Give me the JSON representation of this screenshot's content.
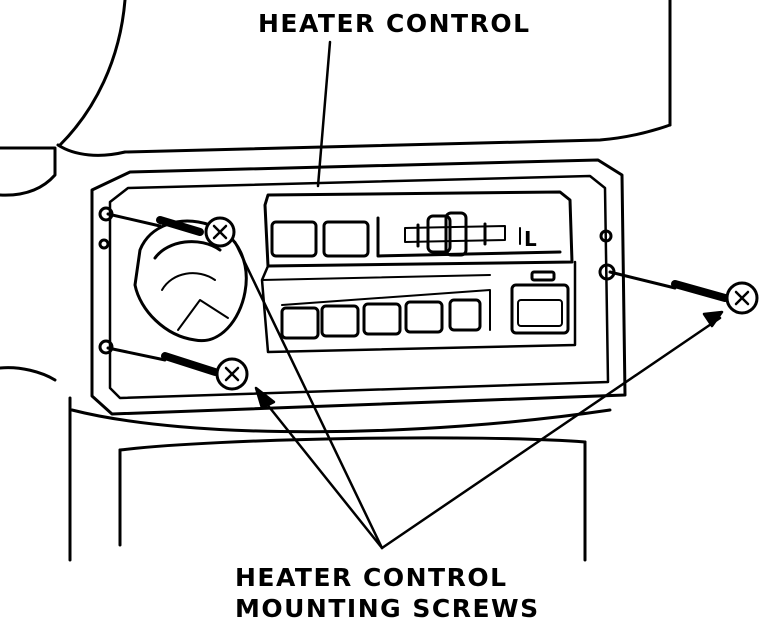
{
  "labels": {
    "heater_control": "HEATER CONTROL",
    "mounting_screws_line1": "HEATER CONTROL",
    "mounting_screws_line2": "MOUNTING SCREWS"
  },
  "slider_mark": "L",
  "colors": {
    "ink": "#000000",
    "paper": "#ffffff"
  }
}
